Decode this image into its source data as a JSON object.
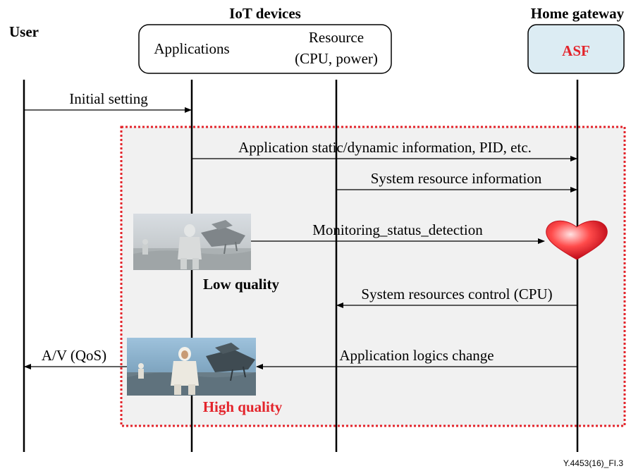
{
  "colors": {
    "background": "#ffffff",
    "line": "#000000",
    "highlight_region_fill": "#f1f1f1",
    "highlight_region_border": "#e3242b",
    "asf_box_fill": "#dcecf3",
    "asf_text": "#e3242b",
    "high_quality_text": "#e3242b",
    "heart": "#e61e2a"
  },
  "actors": {
    "user": {
      "label": "User"
    },
    "iot_devices": {
      "label": "IoT devices",
      "applications_label": "Applications",
      "resource_label_line1": "Resource",
      "resource_label_line2": "(CPU, power)"
    },
    "home_gateway": {
      "label": "Home gateway",
      "asf_label": "ASF"
    }
  },
  "messages": {
    "initial_setting": "Initial setting",
    "app_info": "Application static/dynamic information, PID, etc.",
    "system_resource_info": "System resource information",
    "monitoring": "Monitoring_status_detection",
    "resource_control": "System resources control (CPU)",
    "logic_change": "Application logics change",
    "av_qos": "A/V (QoS)"
  },
  "images": {
    "low_quality_caption": "Low quality",
    "high_quality_caption": "High quality",
    "monitor_icon": "heart-icon"
  },
  "figure_id": "Y.4453(16)_FI.3"
}
